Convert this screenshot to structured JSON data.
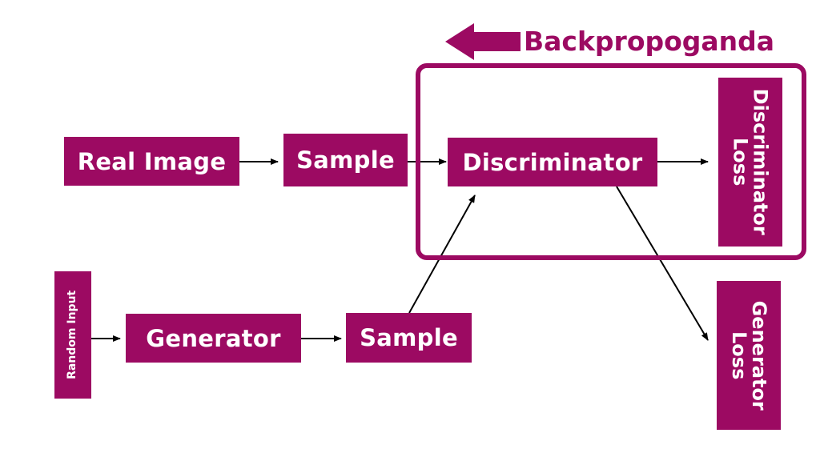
{
  "nodes": {
    "real_image": "Real Image",
    "sample_top": "Sample",
    "discriminator": "Discriminator",
    "discriminator_loss": [
      "Discriminator",
      "Loss"
    ],
    "random_input": "Random Input",
    "generator": "Generator",
    "sample_bottom": "Sample",
    "generator_loss": [
      "Generator",
      "Loss"
    ]
  },
  "backprop": {
    "label": "Backpropoganda"
  },
  "colors": {
    "accent": "#9c0a62",
    "text_on_accent": "#ffffff",
    "edge": "#000000",
    "background": "#ffffff"
  }
}
